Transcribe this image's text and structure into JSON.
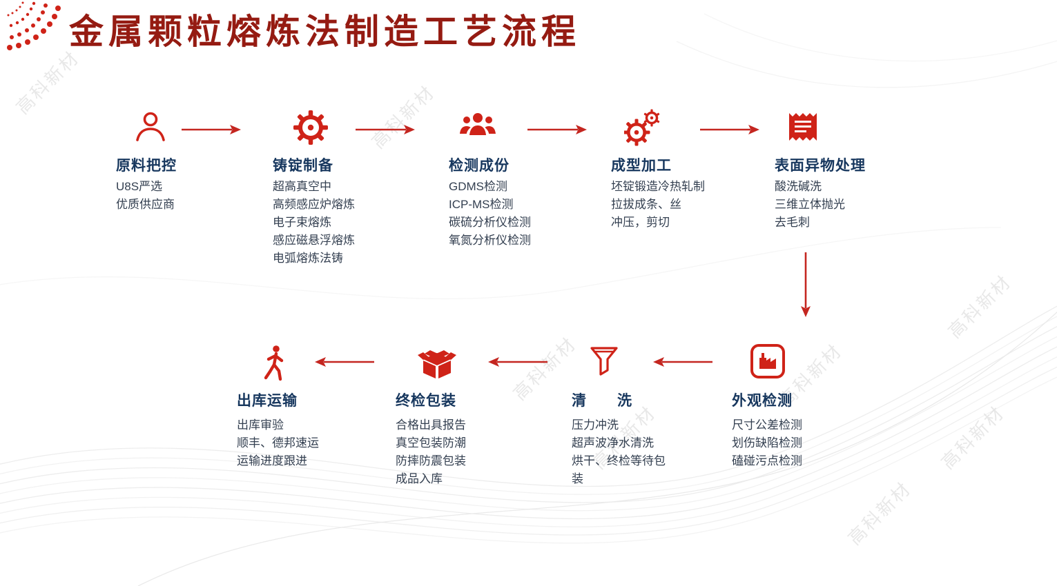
{
  "title": "金属颗粒熔炼法制造工艺流程",
  "watermark": "高科新材",
  "colors": {
    "accent_red": "#cf2318",
    "arrow_red": "#c42620",
    "title_red": "#951b12",
    "step_title_navy": "#17375e",
    "body_text": "#333f50"
  },
  "row1": [
    {
      "title": "原料把控",
      "icon": "person-icon",
      "lines": [
        "U8S严选",
        "优质供应商"
      ]
    },
    {
      "title": "铸锭制备",
      "icon": "gear-icon",
      "lines": [
        "超高真空中",
        "高频感应炉熔炼",
        "电子束熔炼",
        "感应磁悬浮熔炼",
        "电弧熔炼法铸"
      ]
    },
    {
      "title": "检测成份",
      "icon": "team-icon",
      "lines": [
        "GDMS检测",
        "ICP-MS检测",
        "碳硫分析仪检测",
        "氧氮分析仪检测"
      ]
    },
    {
      "title": "成型加工",
      "icon": "gears-icon",
      "lines": [
        "坯锭锻造冷热轧制",
        "拉拔成条、丝",
        "冲压，剪切"
      ]
    },
    {
      "title": "表面异物处理",
      "icon": "receipt-icon",
      "lines": [
        "酸洗碱洗",
        "三维立体抛光",
        "去毛刺"
      ]
    }
  ],
  "row2": [
    {
      "title": "出库运输",
      "icon": "walking-person-icon",
      "lines": [
        "出库审验",
        "顺丰、德邦速运",
        "运输进度跟进"
      ]
    },
    {
      "title": "终检包装",
      "icon": "open-box-icon",
      "lines": [
        "合格出具报告",
        "真空包装防潮",
        "防摔防震包装",
        "成品入库"
      ]
    },
    {
      "title": "清　　洗",
      "icon": "funnel-icon",
      "lines": [
        "压力冲洗",
        "超声波净水清洗",
        "烘干、终检等待包装"
      ]
    },
    {
      "title": "外观检测",
      "icon": "inspection-badge-icon",
      "lines": [
        "尺寸公差检测",
        "划伤缺陷检测",
        "磕碰污点检测"
      ]
    }
  ]
}
